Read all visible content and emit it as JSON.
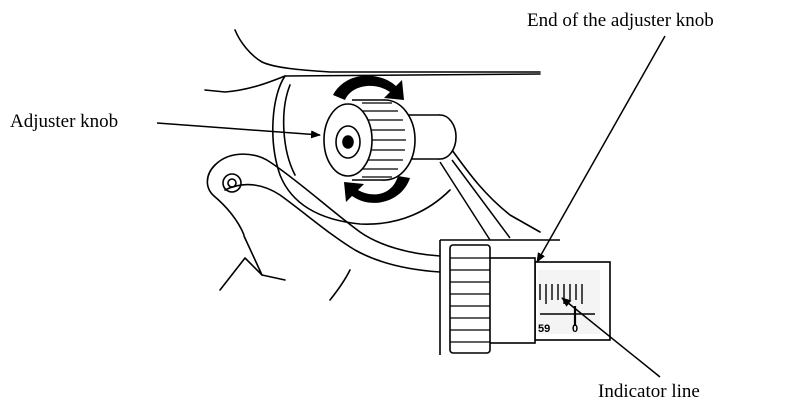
{
  "colors": {
    "ink": "#000000",
    "paper": "#ffffff",
    "scale_fill": "#f4f4f4"
  },
  "labels": {
    "adjuster_knob": "Adjuster knob",
    "end_of_knob": "End of the adjuster knob",
    "indicator_line": "Indicator line"
  },
  "scale": {
    "number_left": "59",
    "number_right": "0"
  },
  "icons": [
    "rotation-arrow-icon",
    "rotation-arrow-icon"
  ]
}
